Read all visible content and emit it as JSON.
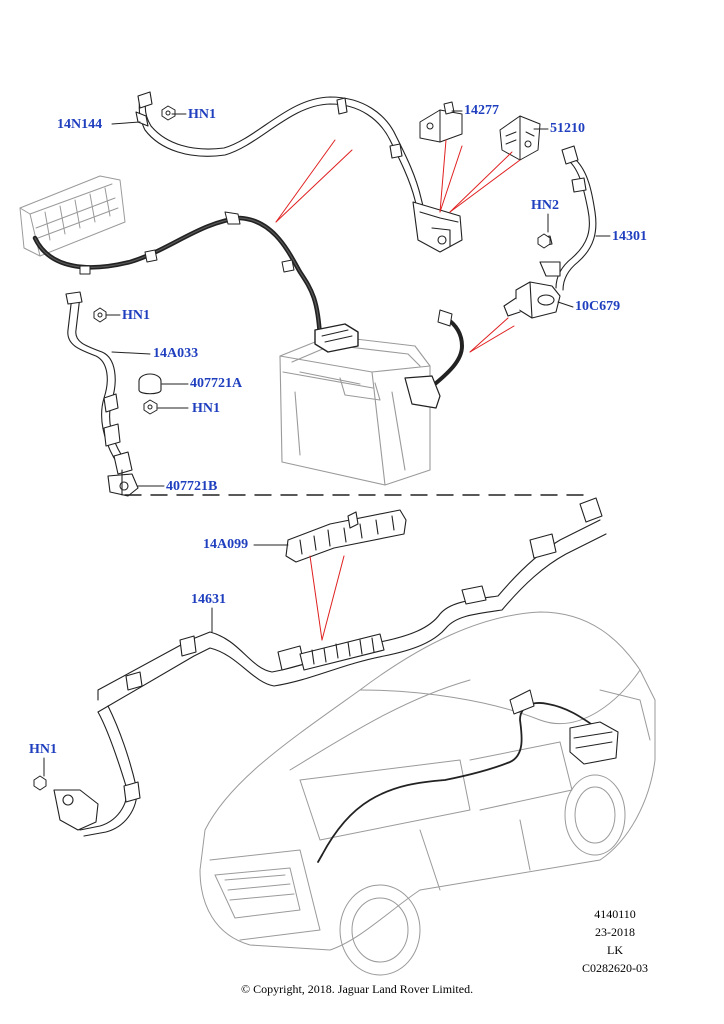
{
  "callouts": {
    "c14N144": "14N144",
    "hn1_top": "HN1",
    "c14277": "14277",
    "c51210": "51210",
    "hn2": "HN2",
    "c14301": "14301",
    "c10C679": "10C679",
    "hn1_left": "HN1",
    "c14A033": "14A033",
    "c407721A": "407721A",
    "hn1_mid": "HN1",
    "c407721B": "407721B",
    "c14A099": "14A099",
    "c14631": "14631",
    "hn1_bottom": "HN1"
  },
  "meta": {
    "ref": "4140110",
    "date": "23-2018",
    "code": "LK",
    "drawing": "C0282620-03"
  },
  "copyright": "© Copyright, 2018. Jaguar Land Rover Limited.",
  "colors": {
    "callout": "#1f3fbf",
    "leader_red": "#e02020",
    "line": "#222222",
    "ghost": "#9a9a9a"
  }
}
